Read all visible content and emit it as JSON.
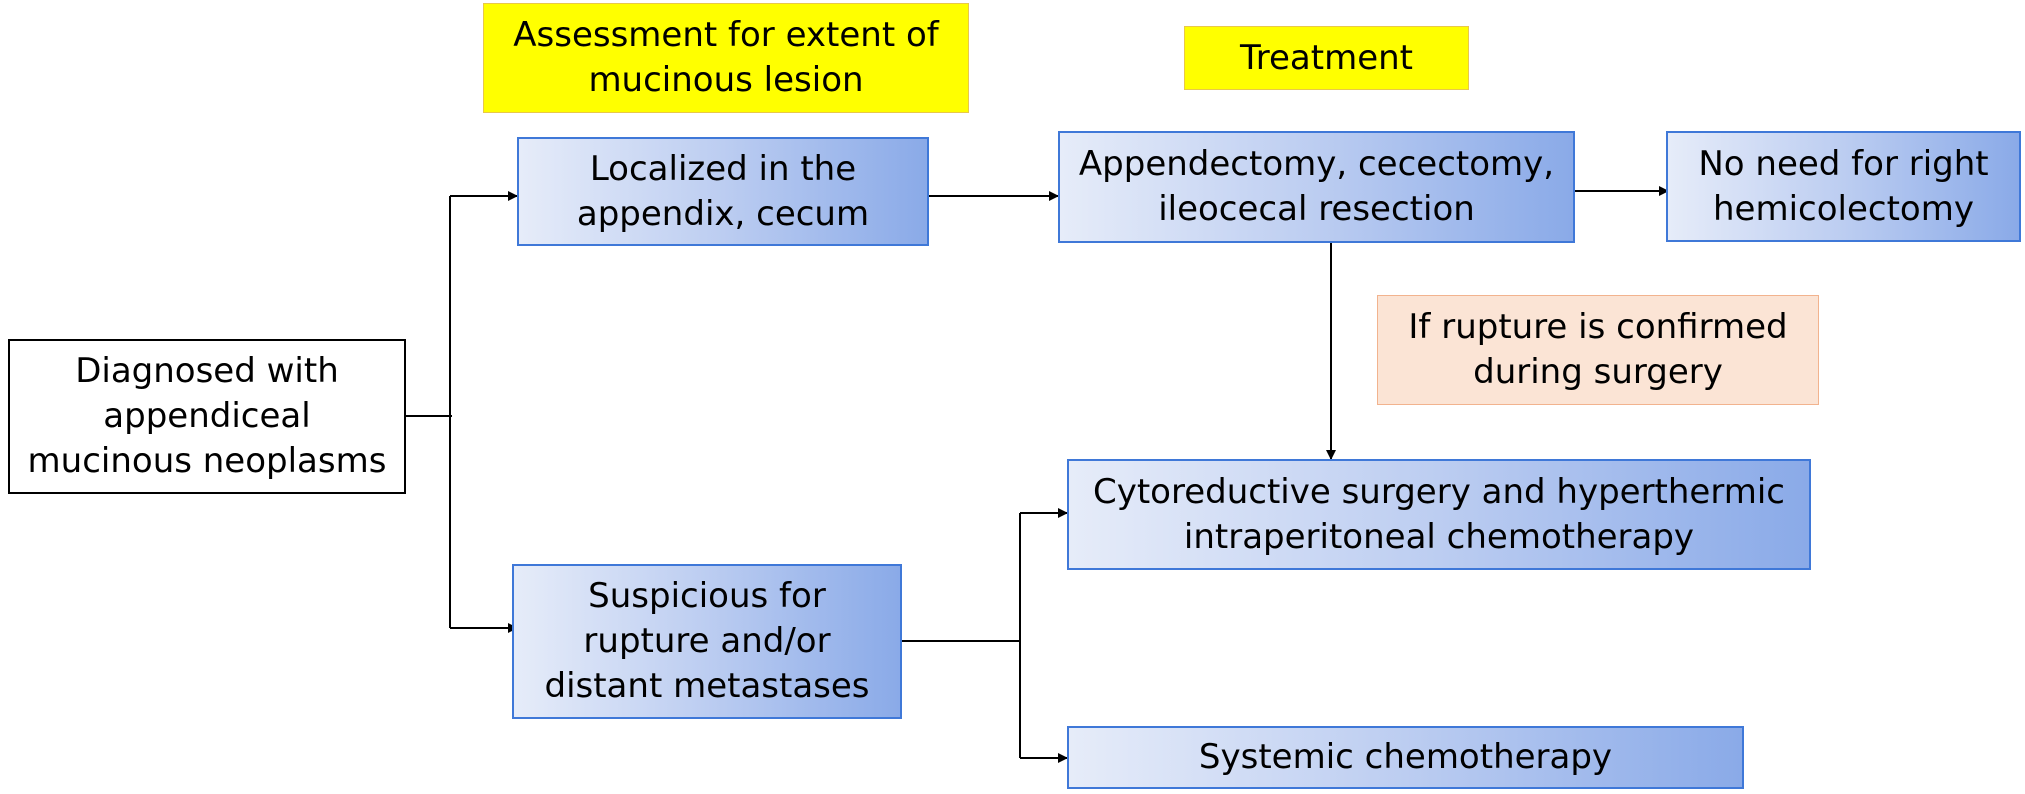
{
  "headers": {
    "assessment": "Assessment for extent of\nmucinous lesion",
    "treatment": "Treatment"
  },
  "boxes": {
    "diagnosed": "Diagnosed with\nappendiceal\nmucinous neoplasms",
    "localized": "Localized in the\nappendix, cecum",
    "suspicious": "Suspicious for\nrupture and/or\ndistant metastases",
    "appendectomy": "Appendectomy, cecectomy,\nileocecal resection",
    "no_need": "No need for right\nhemicolectomy",
    "rupture_note": "If rupture is confirmed\nduring surgery",
    "cytoreductive": "Cytoreductive surgery and hyperthermic\nintraperitoneal chemotherapy",
    "systemic": "Systemic chemotherapy"
  },
  "colors": {
    "header_fill": "#ffff00",
    "box_border": "#3f78d8",
    "gradient_light": "#e6ecf9",
    "gradient_dark": "#8aaae8",
    "note_fill": "#fbe4d5"
  }
}
